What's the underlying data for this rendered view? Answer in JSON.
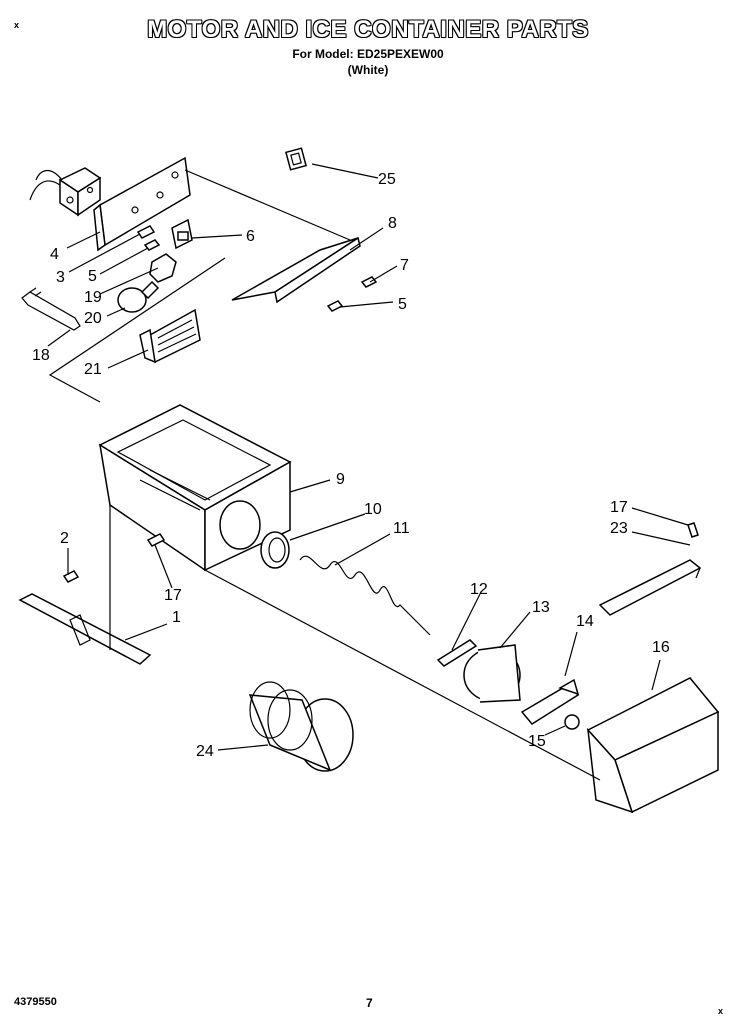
{
  "header": {
    "title": "MOTOR AND ICE CONTAINER PARTS",
    "model_line": "For Model: ED25PEXEW00",
    "color_line": "(White)"
  },
  "footer": {
    "doc_number": "4379550",
    "page_number": "7"
  },
  "corner_marks": [
    "x",
    "x"
  ],
  "callouts": [
    "1",
    "2",
    "3",
    "4",
    "5",
    "5",
    "6",
    "7",
    "8",
    "9",
    "10",
    "11",
    "12",
    "13",
    "14",
    "15",
    "16",
    "17",
    "17",
    "18",
    "19",
    "20",
    "21",
    "23",
    "24",
    "25"
  ]
}
